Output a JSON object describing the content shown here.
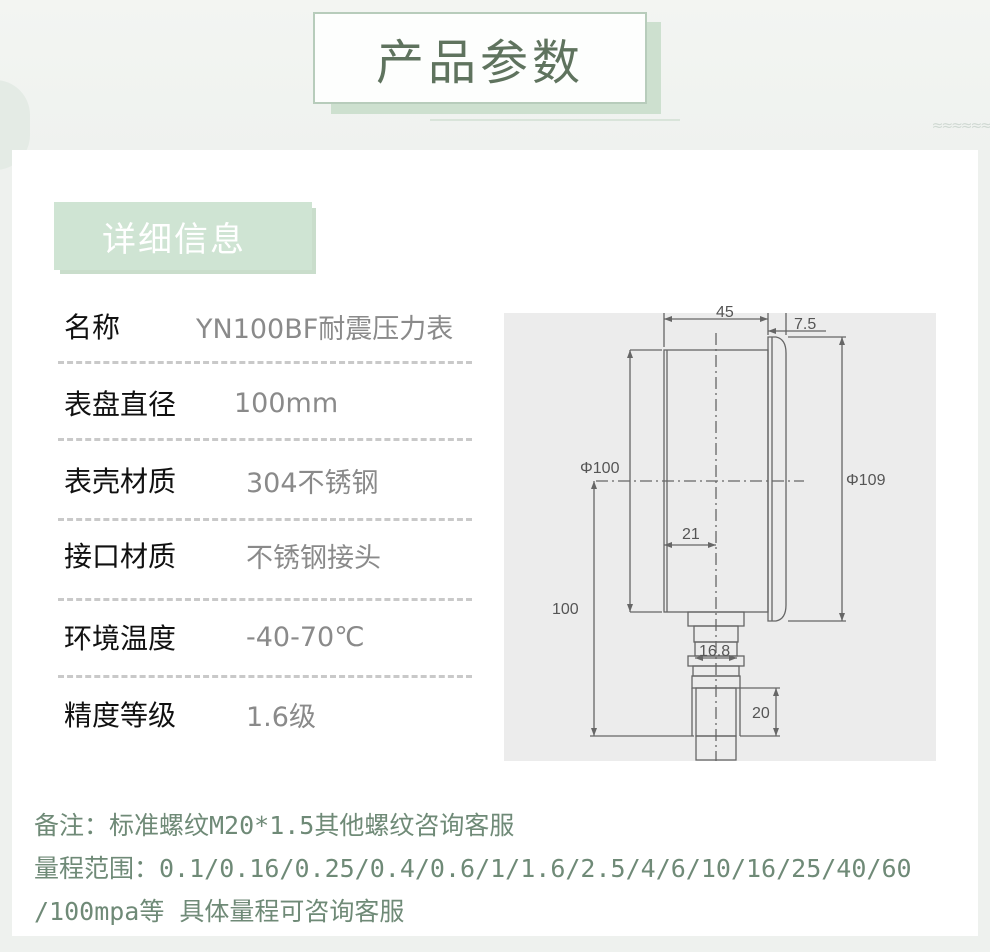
{
  "header": {
    "title": "产品参数"
  },
  "section": {
    "tag": "详细信息"
  },
  "specs": [
    {
      "label": "名称",
      "value": "YN100BF耐震压力表"
    },
    {
      "label": "表盘直径",
      "value": "100mm"
    },
    {
      "label": "表壳材质",
      "value": "304不锈钢"
    },
    {
      "label": "接口材质",
      "value": "不锈钢接头"
    },
    {
      "label": "环境温度",
      "value": "-40-70℃"
    },
    {
      "label": "精度等级",
      "value": "1.6级"
    }
  ],
  "diagram": {
    "dims": {
      "top_partial": "45",
      "bezel": "7.5",
      "dial": "Φ100",
      "outer": "Φ109",
      "depth": "21",
      "height": "100",
      "hex": "16.8",
      "thread": "20"
    }
  },
  "notes": {
    "line1": "备注：标准螺纹M20*1.5其他螺纹咨询客服",
    "line2": "量程范围：0.1/0.16/0.25/0.4/0.6/1/1.6/2.5/4/6/10/16/25/40/60",
    "line3": "/100mpa等 具体量程可咨询客服"
  },
  "colors": {
    "accent_green": "#5f735e",
    "tag_green": "#cfe4d3",
    "note_green": "#6f8a77"
  }
}
